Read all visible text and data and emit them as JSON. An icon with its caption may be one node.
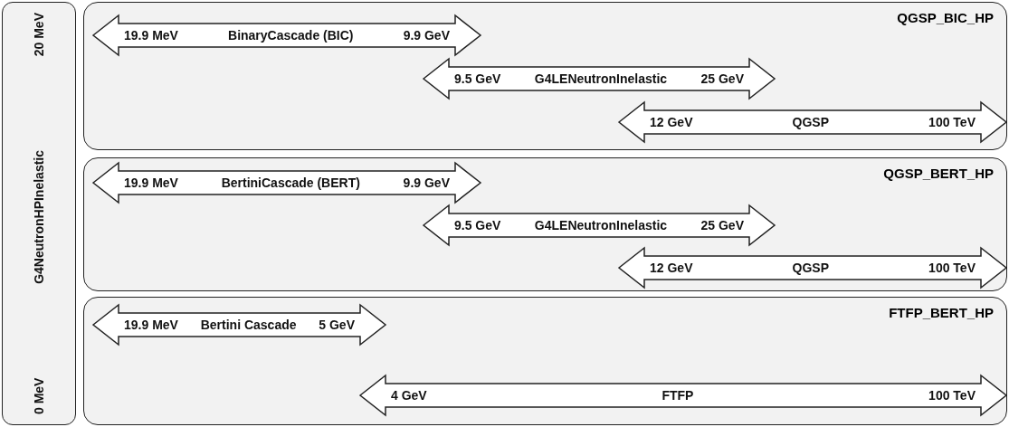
{
  "diagram": {
    "nodes": [
      {
        "text": [
          "0 MeV",
          "G4NeutronHPInelastic",
          "20 MeV"
        ]
      },
      {
        "text": [
          "QGSP_BIC_HP"
        ]
      },
      {
        "text": [
          "19.9 MeV",
          "BinaryCascade (BIC)",
          "9.9 GeV"
        ],
        "in": 1
      },
      {
        "text": [
          "9.5 GeV",
          "G4LENeutronInelastic",
          "25 GeV"
        ],
        "in": 1
      },
      {
        "text": [
          "12 GeV",
          "QGSP",
          "100 TeV"
        ],
        "in": 1
      },
      {
        "text": [
          "QGSP_BERT_HP"
        ]
      },
      {
        "text": [
          "19.9 MeV",
          "BertiniCascade (BERT)",
          "9.9 GeV"
        ],
        "in": 5
      },
      {
        "text": [
          "9.5 GeV",
          "G4LENeutronInelastic",
          "25 GeV"
        ],
        "in": 5
      },
      {
        "text": [
          "12 GeV",
          "QGSP",
          "100 TeV"
        ],
        "in": 5
      },
      {
        "text": [
          "FTFP_BERT_HP"
        ]
      },
      {
        "text": [
          "19.9 MeV",
          "Bertini Cascade",
          "5 GeV"
        ],
        "in": 9
      },
      {
        "text": [
          "4 GeV",
          "FTFP",
          "100 TeV"
        ],
        "in": 9
      }
    ]
  }
}
